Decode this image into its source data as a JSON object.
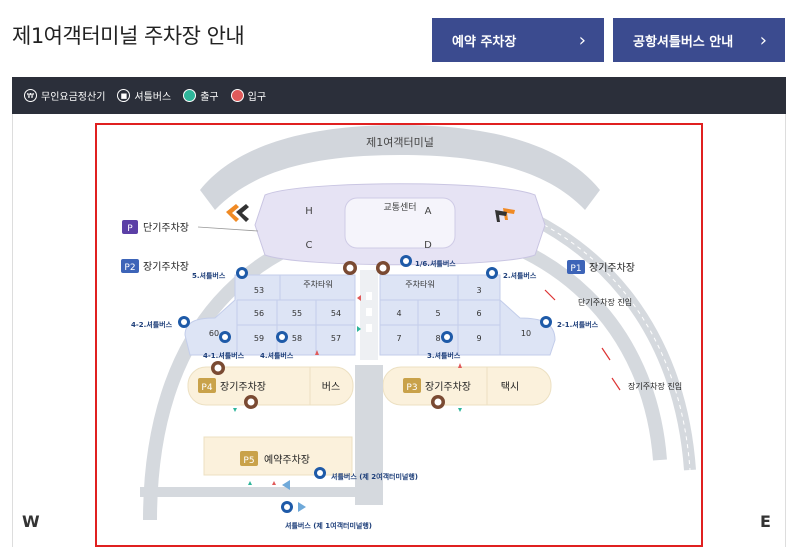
{
  "page": {
    "title": "제1여객터미널 주차장 안내"
  },
  "buttons": {
    "reserve": "예약 주차장",
    "shuttle": "공항셔틀버스 안내",
    "chevron": "›"
  },
  "legend": [
    {
      "icon": "meter-icon",
      "label": "무인요금정산기"
    },
    {
      "icon": "bus-icon",
      "label": "셔틀버스"
    },
    {
      "icon": "exit-icon",
      "label": "출구"
    },
    {
      "icon": "entrance-icon",
      "label": "입구"
    }
  ],
  "compass": {
    "west": "W",
    "east": "E"
  },
  "map": {
    "terminal": "제1여객터미널",
    "transport_center": "교통센터",
    "zones": {
      "h": "H",
      "a": "A",
      "c": "C",
      "d": "D"
    },
    "p_short": "단기주차장",
    "p1": "장기주차장",
    "p2": "장기주차장",
    "p3": "장기주차장",
    "p4": "장기주차장",
    "p5": "예약주차장",
    "p_badges": {
      "p": "P",
      "p1": "P1",
      "p2": "P2",
      "p3": "P3",
      "p4": "P4",
      "p5": "P5"
    },
    "parking_tower": "주차타워",
    "bus_area": "버스",
    "taxi_area": "택시",
    "short_entry": "단기주차장 진입",
    "long_entry": "장기주차장 진입",
    "shuttle_labels": {
      "s5": "5.셔틀버스",
      "s16": "1/6.셔틀버스",
      "s2": "2.셔틀버스",
      "s42": "4-2.셔틀버스",
      "s21": "2-1.셔틀버스",
      "s41": "4-1.셔틀버스",
      "s4": "4.셔틀버스",
      "s3": "3.셔틀버스",
      "to_t2": "셔틀버스 (제 2여객터미널행)",
      "to_t1": "셔틀버스 (제 1여객터미널행)"
    },
    "lots_left": [
      "53",
      "56",
      "55",
      "54",
      "60",
      "59",
      "58",
      "57"
    ],
    "lots_right": [
      "3",
      "4",
      "5",
      "6",
      "7",
      "8",
      "9",
      "10"
    ]
  }
}
